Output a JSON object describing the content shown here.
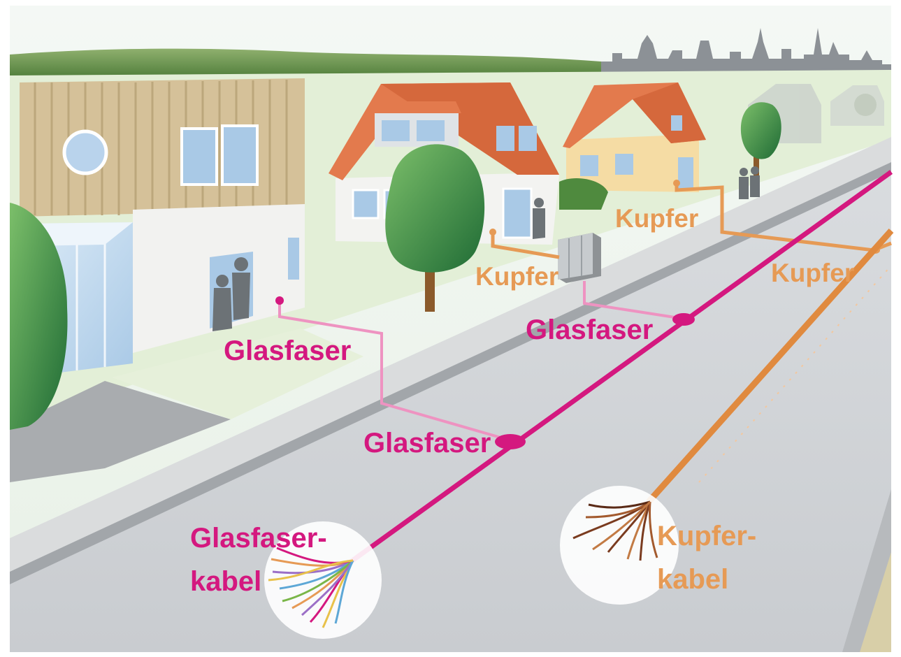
{
  "labels": {
    "glasfaser_left_house": "Glasfaser",
    "glasfaser_main_junction": "Glasfaser",
    "glasfaser_cabinet": "Glasfaser",
    "kupfer_cabinet": "Kupfer",
    "kupfer_yellow_house": "Kupfer",
    "kupfer_right": "Kupfer",
    "glasfaserkabel_line1": "Glasfaser-",
    "glasfaserkabel_line2": "kabel",
    "kupferkabel_line1": "Kupfer-",
    "kupferkabel_line2": "kabel"
  },
  "colors": {
    "glasfaser": "#d4187f",
    "kupfer": "#e69a55",
    "street": "#cdd0d3",
    "lawn": "#e3efd7",
    "roof": "#e37a4d"
  }
}
